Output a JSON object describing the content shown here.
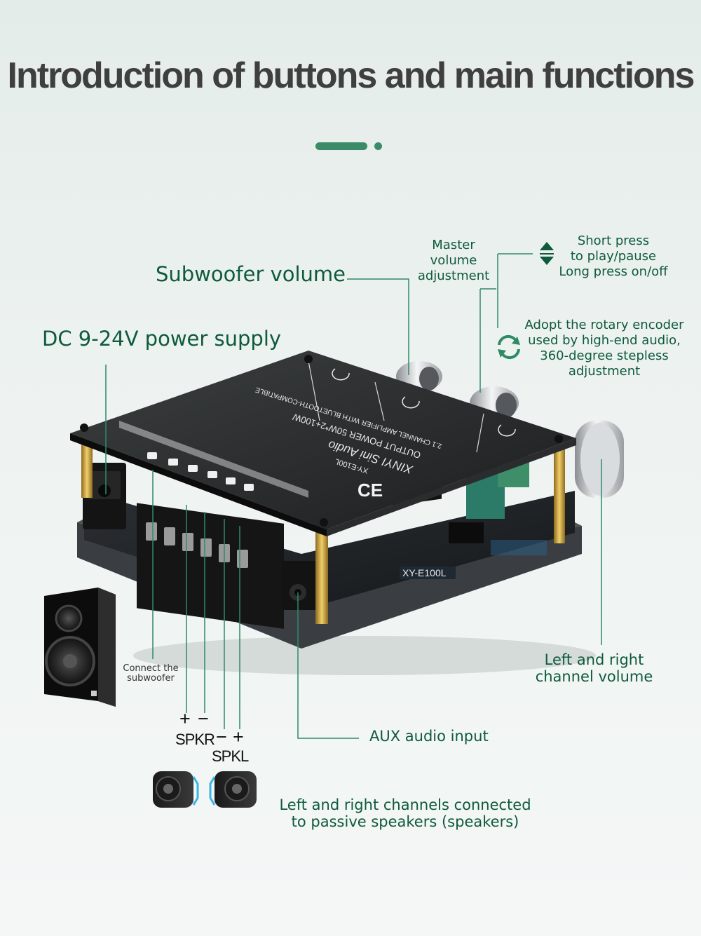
{
  "title": "Introduction of buttons and main functions",
  "labels": {
    "subwoofer_volume": "Subwoofer volume",
    "power_supply": "DC 9-24V power supply",
    "master_volume": [
      "Master",
      "volume",
      "adjustment"
    ],
    "short_press": [
      "Short press",
      "to play/pause",
      "Long press on/off"
    ],
    "rotary_encoder": [
      "Adopt the rotary encoder",
      "used by high-end audio,",
      "360-degree stepless",
      "adjustment"
    ],
    "lr_channel_volume": [
      "Left and right",
      "channel volume"
    ],
    "aux_input": "AUX audio input",
    "connect_subwoofer": [
      "Connect the",
      "subwoofer"
    ],
    "lr_speakers": [
      "Left and right channels connected",
      "to passive speakers (speakers)"
    ]
  },
  "terminals": {
    "right_plus": "+",
    "right_minus": "−",
    "right_name": "SPKR",
    "left_minus": "−",
    "left_plus": "+",
    "left_name": "SPKL"
  },
  "board_markings": {
    "brand": "XINYI Sini Audio",
    "model": "XY-E100L",
    "output_power": "OUTPUT POWER 50W*2+100W",
    "description": "2.1 CHANNEL AMPLIFIER WITH BLUETOOTH-COMPATIBLE",
    "ce_mark": "CE"
  },
  "icons": [
    "up-down-arrows-icon",
    "rotate-arrows-icon",
    "subwoofer-speaker-icon",
    "left-speaker-icon",
    "right-speaker-icon"
  ],
  "colors": {
    "accent": "#0f5a3c",
    "line": "#2f8a66",
    "title": "#3f3f3f"
  }
}
